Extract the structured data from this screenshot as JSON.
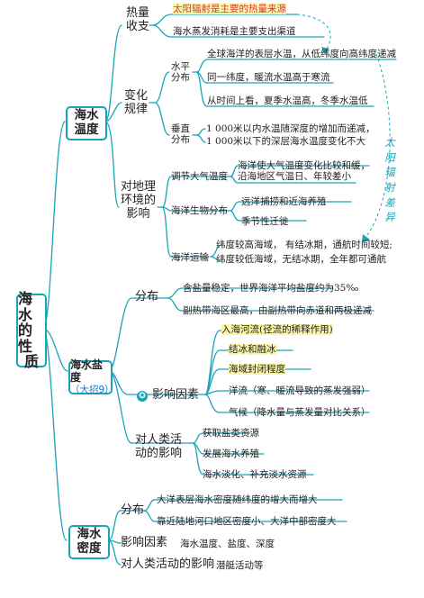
{
  "root": {
    "line1": "海水",
    "line2": "的性",
    "line3": "质"
  },
  "temperature": {
    "title_line1": "海水",
    "title_line2": "温度",
    "heat_balance": {
      "label_line1": "热量",
      "label_line2": "收支",
      "items": [
        "太阳辐射是主要的热量来源",
        "海水蒸发消耗是主要支出渠道"
      ]
    },
    "change_pattern": {
      "label_line1": "变化",
      "label_line2": "规律",
      "horizontal": {
        "label_line1": "水平",
        "label_line2": "分布",
        "items": [
          "全球海洋的表层水温，从低纬度向高纬度递减",
          "同一纬度，暖流水温高于寒流",
          "从时间上看，夏季水温高，冬季水温低"
        ]
      },
      "vertical": {
        "label_line1": "垂直",
        "label_line2": "分布",
        "items": [
          "1 000米以内水温随深度的增加而递减，",
          "1 000米以下的深层海水温度变化不大"
        ]
      }
    },
    "geo_influence": {
      "label_line1": "对地理",
      "label_line2": "环境的",
      "label_line3": "影响",
      "climate": {
        "label": "调节大气温度",
        "lines": [
          "海洋使大气温度变化比较和缓，",
          "沿海地区气温日、年较差小"
        ]
      },
      "biology": {
        "label": "海洋生物分布",
        "items": [
          "远洋捕捞和近海养殖",
          "季节性迁徙"
        ]
      },
      "shipping": {
        "label": "海洋运输",
        "lines": [
          "纬度较高海域，  有结冰期，通航时间较短;",
          "纬度较低海域，无结冰期，全年都可通航"
        ]
      }
    },
    "side_note": "太阳辐射差异"
  },
  "salinity": {
    "title_line1": "海水盐度",
    "badge": "（大招9）",
    "distribution": {
      "label": "分布",
      "items": [
        "含盐量稳定，世界海洋平均盐度约为35‰",
        "副热带海区最高，由副热带向赤道和两极递减"
      ]
    },
    "factors": {
      "star": "✪",
      "label": "影响因素",
      "items": [
        "入海河流(径流的稀释作用)",
        "结冰和融冰",
        "海域封闭程度",
        "洋流（寒、暖流导致的蒸发强弱）",
        "气候（降水量与蒸发量对比关系）"
      ]
    },
    "human": {
      "label_line1": "对人类活",
      "label_line2": "动的影响",
      "items": [
        "获取盐类资源",
        "发展海水养殖",
        "海水淡化、补充淡水资源"
      ]
    }
  },
  "density": {
    "title_line1": "海水",
    "title_line2": "密度",
    "distribution": {
      "label": "分布",
      "items": [
        "大洋表层海水密度随纬度的增大而增大",
        "靠近陆地河口地区密度小、大洋中部密度大"
      ]
    },
    "factors": {
      "label": "影响因素",
      "text": "海水温度、盐度、深度"
    },
    "human": {
      "label": "对人类活动的影响",
      "text": "潜艇活动等"
    }
  },
  "colors": {
    "line": "#1aa4b8",
    "highlight": "#fbf7a9",
    "accent_red": "#d63a3a",
    "accent_blue": "#1874c4"
  }
}
